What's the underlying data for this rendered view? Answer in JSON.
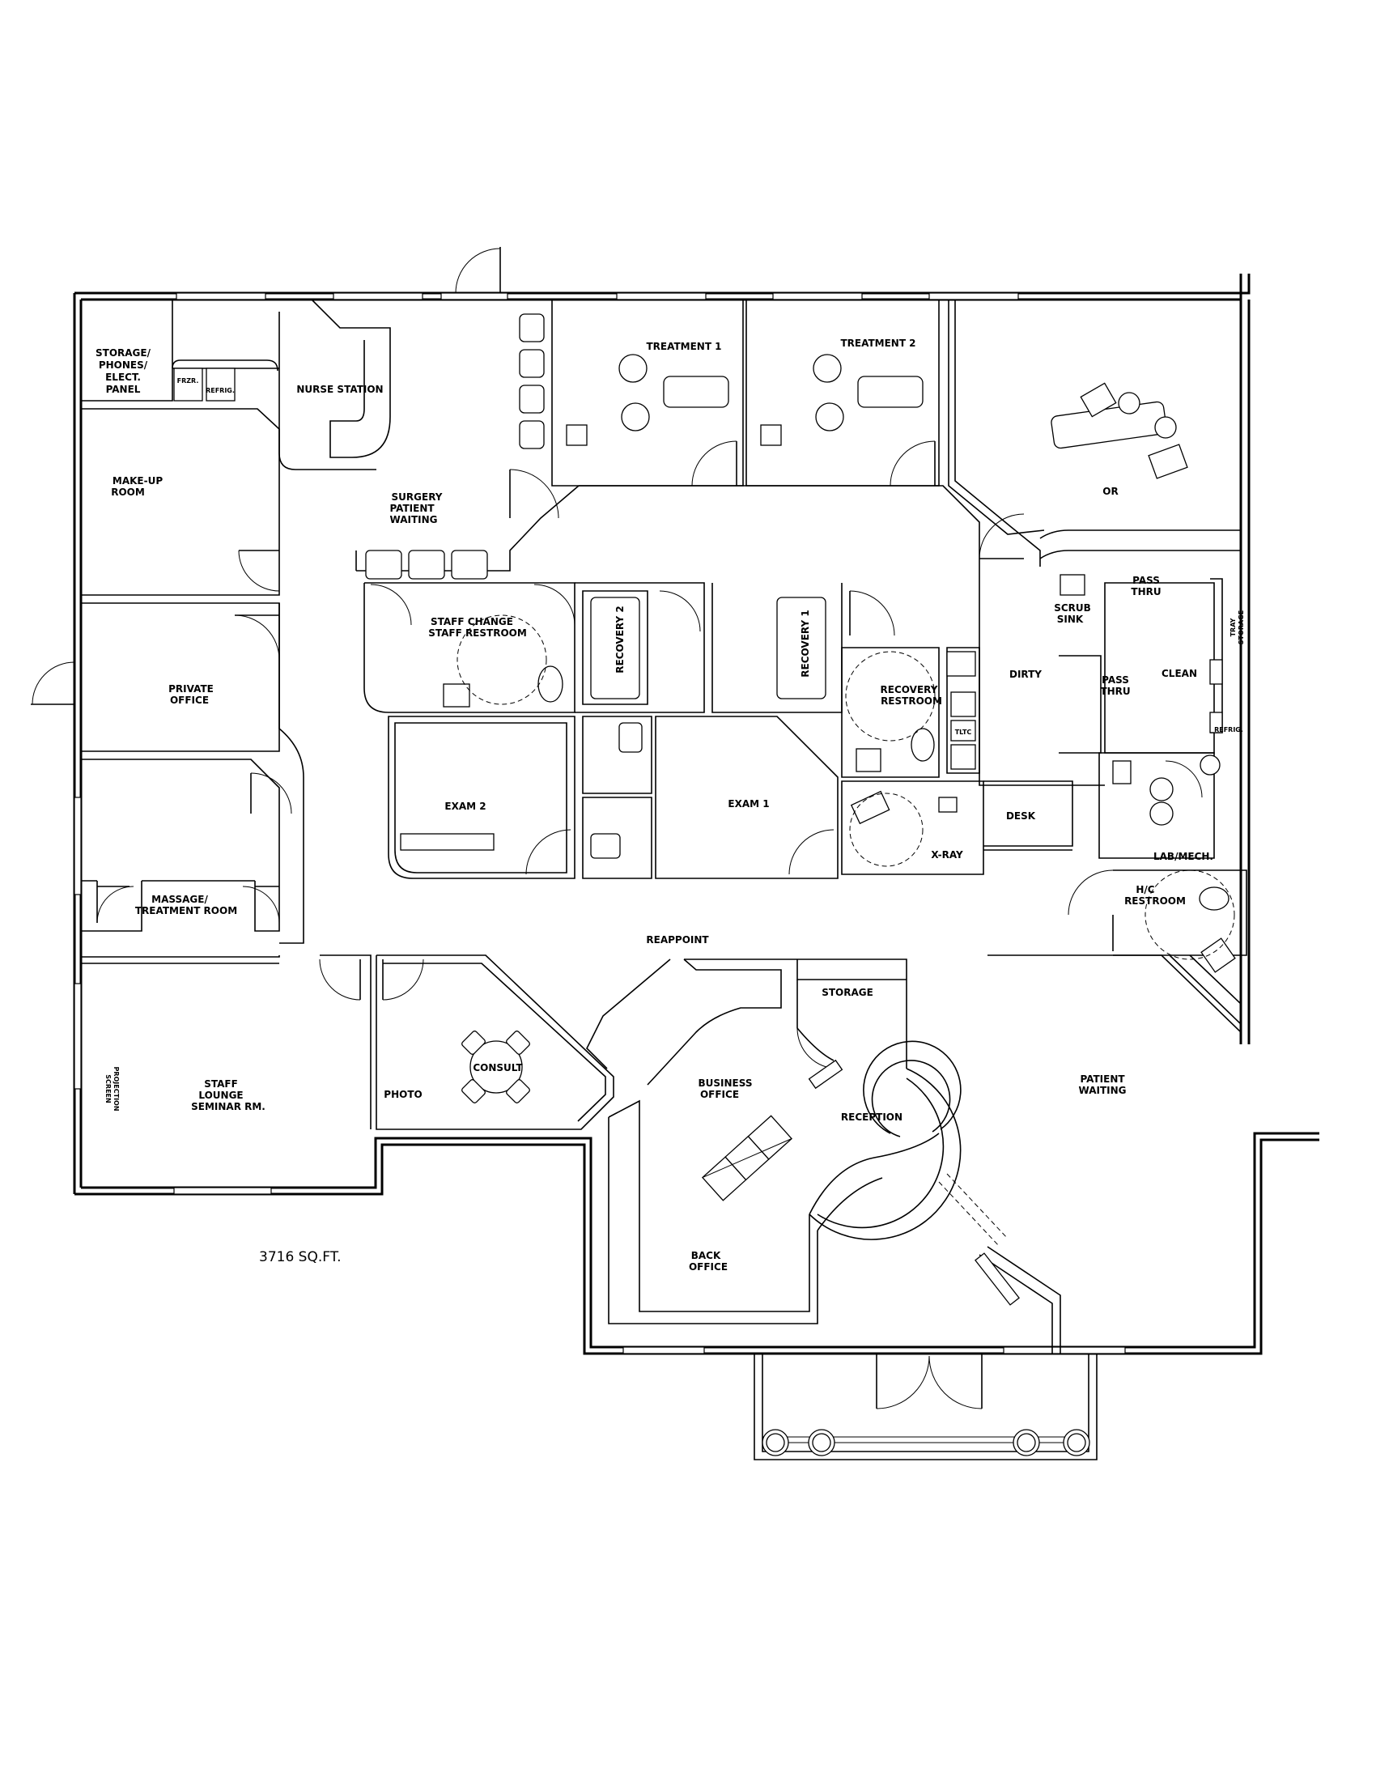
{
  "area_note": "3716 SQ.FT.",
  "rooms": {
    "storage_phones": [
      "STORAGE/",
      "PHONES/",
      "ELECT.",
      "PANEL"
    ],
    "frzr": "FRZR.",
    "refrig_nurse": "REFRIG.",
    "nurse_station": "NURSE STATION",
    "treatment_1": "TREATMENT 1",
    "treatment_2": "TREATMENT 2",
    "or": "OR",
    "makeup_room": [
      "MAKE-UP",
      "ROOM"
    ],
    "surgery_waiting": [
      "SURGERY",
      "PATIENT",
      "WAITING"
    ],
    "staff_change": [
      "STAFF CHANGE",
      "STAFF RESTROOM"
    ],
    "recovery_2": "RECOVERY 2",
    "recovery_1": "RECOVERY 1",
    "recovery_restroom": [
      "RECOVERY",
      "RESTROOM"
    ],
    "dirty": "DIRTY",
    "pass_thru_1": [
      "PASS",
      "THRU"
    ],
    "pass_thru_2": [
      "PASS",
      "THRU"
    ],
    "clean": "CLEAN",
    "scrub_sink": [
      "SCRUB",
      "SINK"
    ],
    "tray_storage": [
      "TRAY",
      "STORAGE"
    ],
    "refrig_clean": "REFRIG.",
    "toilet_sign": "TLTC",
    "private_office": [
      "PRIVATE",
      "OFFICE"
    ],
    "exam_2": "EXAM 2",
    "exam_1": "EXAM 1",
    "x_ray": "X-RAY",
    "desk": "DESK",
    "lab_mech": "LAB/MECH.",
    "hc_restroom": [
      "H/C",
      "RESTROOM"
    ],
    "massage": [
      "MASSAGE/",
      "TREATMENT ROOM"
    ],
    "reappoint": "REAPPOINT",
    "storage": "STORAGE",
    "projection_screen": [
      "PROJECTION",
      "SCREEN"
    ],
    "staff_lounge": [
      "STAFF",
      "LOUNGE",
      "SEMINAR RM."
    ],
    "photo": "PHOTO",
    "consult": "CONSULT",
    "business_office": [
      "BUSINESS",
      "OFFICE"
    ],
    "reception": "RECEPTION",
    "patient_waiting": [
      "PATIENT",
      "WAITING"
    ],
    "back_office": [
      "BACK",
      "OFFICE"
    ]
  }
}
